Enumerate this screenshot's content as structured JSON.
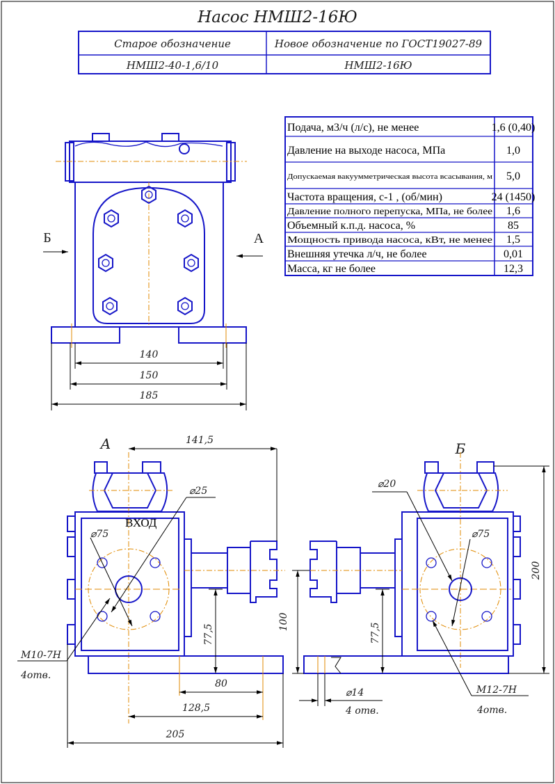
{
  "title": "Насос НМШ2-16Ю",
  "designation_table": {
    "old_header": "Старое обозначение",
    "new_header": "Новое обозначение по ГОСТ19027-89",
    "old_value": "НМШ2-40-1,6/10",
    "new_value": "НМШ2-16Ю"
  },
  "specs": [
    {
      "param": "Подача, м3/ч (л/с), не менее",
      "value": "1,6 (0,40)"
    },
    {
      "param": "Давление на выходе насоса, МПа",
      "value": "1,0"
    },
    {
      "param": "Допускаемая вакуумметрическая высота всасывания, м",
      "value": "5,0"
    },
    {
      "param": "Частота вращения, с-1 , (об/мин)",
      "value": "24 (1450)"
    },
    {
      "param": "Давление полного перепуска, МПа, не более",
      "value": "1,6"
    },
    {
      "param": "Объемный к.п.д. насоса, %",
      "value": "85"
    },
    {
      "param": "Мощность привода насоса, кВт, не менее",
      "value": "1,5"
    },
    {
      "param": "Внешняя утечка л/ч, не более",
      "value": "0,01"
    },
    {
      "param": "Масса, кг не более",
      "value": "12,3"
    }
  ],
  "top_view": {
    "arrow_left": "Б",
    "arrow_right": "А",
    "dim_140": "140",
    "dim_150": "150",
    "dim_185": "185"
  },
  "view_a": {
    "label": "А",
    "inlet": "ВХОД",
    "dia_25": "⌀25",
    "dia_75": "⌀75",
    "dim_141_5": "141,5",
    "dim_77_5": "77,5",
    "dim_80": "80",
    "dim_128_5": "128,5",
    "dim_205": "205",
    "thread": "М10-7Н",
    "thread_count": "4отв."
  },
  "view_b": {
    "label": "Б",
    "dia_20": "⌀20",
    "dia_75": "⌀75",
    "dim_100": "100",
    "dim_77_5": "77,5",
    "dim_200": "200",
    "dia_14": "⌀14",
    "dia_14_count": "4 отв.",
    "thread": "М12-7Н",
    "thread_count": "4отв."
  },
  "colors": {
    "outline": "#1515c8",
    "axis": "#e08a00",
    "dimension": "#000000"
  }
}
